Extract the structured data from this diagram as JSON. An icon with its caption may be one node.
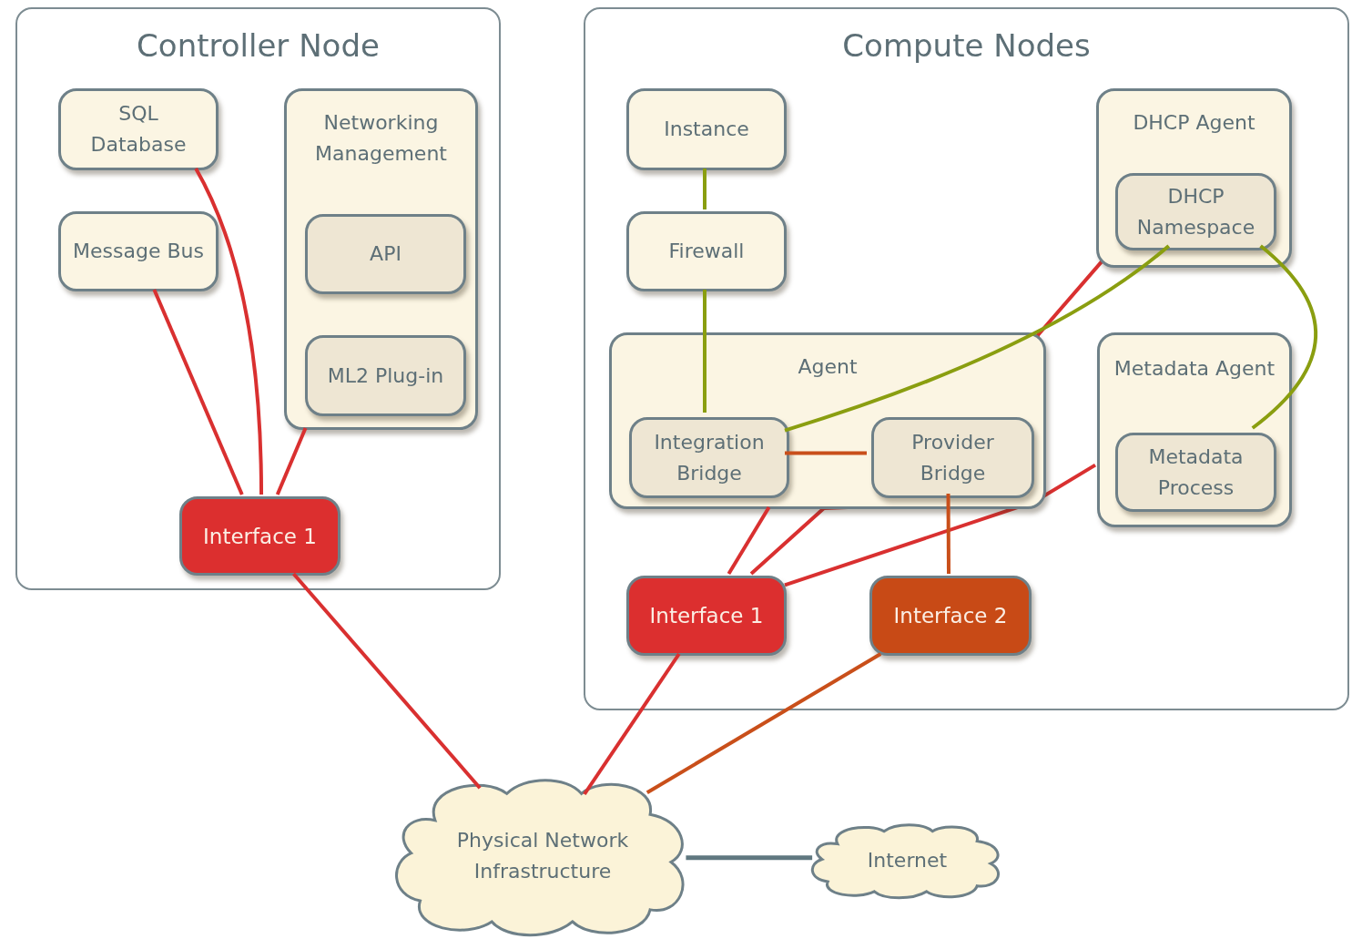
{
  "diagram": {
    "nodes": [
      {
        "text": [
          "Controller Node"
        ]
      },
      {
        "text": [
          "SQL Database"
        ],
        "in": 0
      },
      {
        "text": [
          "Message Bus"
        ],
        "in": 0
      },
      {
        "text": [
          "Networking Management"
        ],
        "in": 0
      },
      {
        "text": [
          "API"
        ],
        "in": 3
      },
      {
        "text": [
          "ML2 Plug-in"
        ],
        "in": 3
      },
      {
        "text": [
          "Interface 1"
        ],
        "in": 0
      },
      {
        "text": [
          "Compute Nodes"
        ]
      },
      {
        "text": [
          "Instance"
        ],
        "in": 7
      },
      {
        "text": [
          "Firewall"
        ],
        "in": 7
      },
      {
        "text": [
          "DHCP Agent"
        ],
        "in": 7
      },
      {
        "text": [
          "DHCP Namespace"
        ],
        "in": 10
      },
      {
        "text": [
          "Agent"
        ],
        "in": 7
      },
      {
        "text": [
          "Integration Bridge"
        ],
        "in": 12
      },
      {
        "text": [
          "Provider Bridge"
        ],
        "in": 12
      },
      {
        "text": [
          "Metadata Agent"
        ],
        "in": 7
      },
      {
        "text": [
          "Metadata Process"
        ],
        "in": 15
      },
      {
        "text": [
          "Interface 1"
        ],
        "in": 7
      },
      {
        "text": [
          "Interface 2"
        ],
        "in": 7
      },
      {
        "text": [
          "Physical Network Infrastructure"
        ]
      },
      {
        "text": [
          "Internet"
        ]
      }
    ],
    "edges": [
      {
        "from": 1,
        "to": 6,
        "arrow": "none"
      },
      {
        "from": 2,
        "to": 6,
        "arrow": "none"
      },
      {
        "from": 3,
        "to": 6,
        "arrow": "none"
      },
      {
        "from": 6,
        "to": 19,
        "arrow": "none"
      },
      {
        "from": 8,
        "to": 9,
        "arrow": "none",
        "color": "#8a9e10"
      },
      {
        "from": 9,
        "to": 13,
        "arrow": "none",
        "color": "#8a9e10"
      },
      {
        "from": 13,
        "to": 11,
        "arrow": "none",
        "color": "#8a9e10"
      },
      {
        "from": 11,
        "to": 16,
        "arrow": "none",
        "color": "#8a9e10"
      },
      {
        "from": 13,
        "to": 14,
        "arrow": "none",
        "color": "#c94f1a"
      },
      {
        "from": 14,
        "to": 18,
        "arrow": "none",
        "color": "#c94f1a"
      },
      {
        "from": 17,
        "to": 12,
        "arrow": "none"
      },
      {
        "from": 17,
        "to": 10,
        "arrow": "none"
      },
      {
        "from": 17,
        "to": 15,
        "arrow": "none"
      },
      {
        "from": 17,
        "to": 19,
        "arrow": "none"
      },
      {
        "from": 18,
        "to": 19,
        "arrow": "none",
        "color": "#c94f1a"
      },
      {
        "from": 19,
        "to": 20,
        "arrow": "none",
        "color": "#607880"
      }
    ]
  }
}
